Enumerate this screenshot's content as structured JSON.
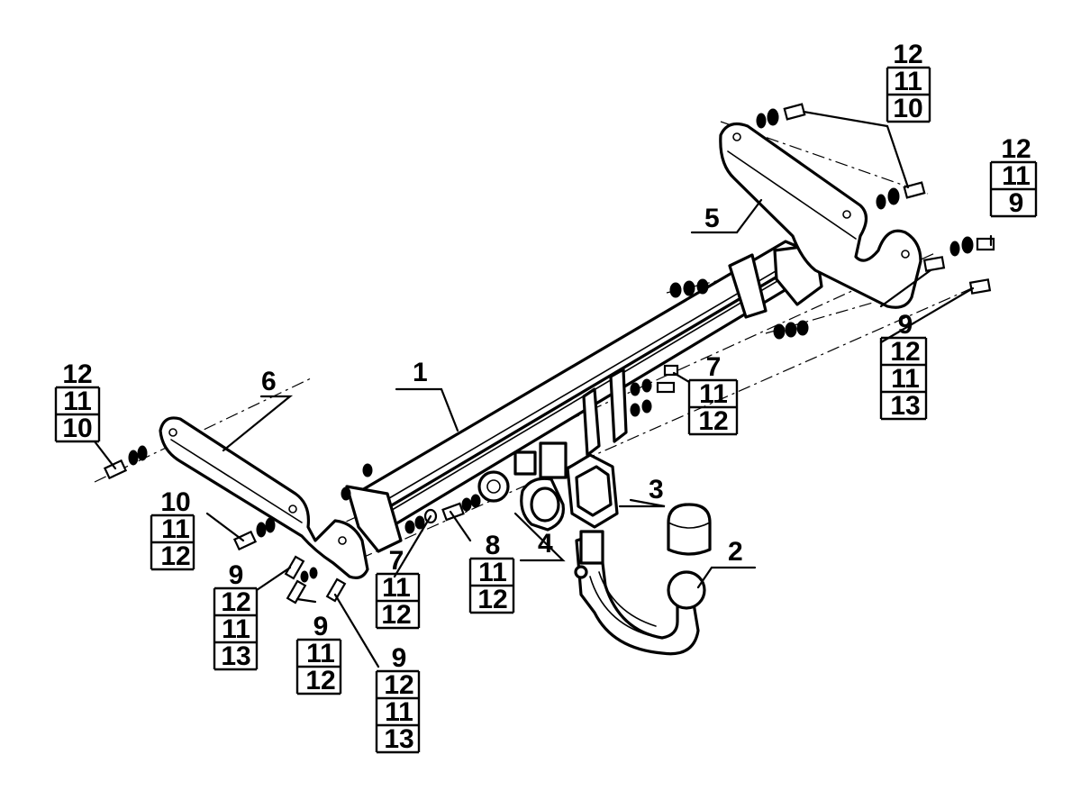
{
  "callouts": {
    "c1": "1",
    "c2": "2",
    "c3": "3",
    "c4": "4",
    "c5": "5",
    "c6": "6",
    "stack_tr1": [
      "12",
      "11",
      "10"
    ],
    "stack_tr2": [
      "12",
      "11",
      "9"
    ],
    "stack_r9": [
      "9",
      "12",
      "11",
      "13"
    ],
    "stack_r7": [
      "7",
      "11",
      "12"
    ],
    "stack_l": [
      "12",
      "11",
      "10"
    ],
    "stack_l2": [
      "10",
      "11",
      "12"
    ],
    "stack_b1": [
      "9",
      "12",
      "11",
      "13"
    ],
    "stack_b2": [
      "9",
      "11",
      "12"
    ],
    "stack_b3": [
      "9",
      "12",
      "11",
      "13"
    ],
    "stack_b7": [
      "7",
      "11",
      "12"
    ],
    "stack_b8": [
      "8",
      "11",
      "12"
    ]
  }
}
